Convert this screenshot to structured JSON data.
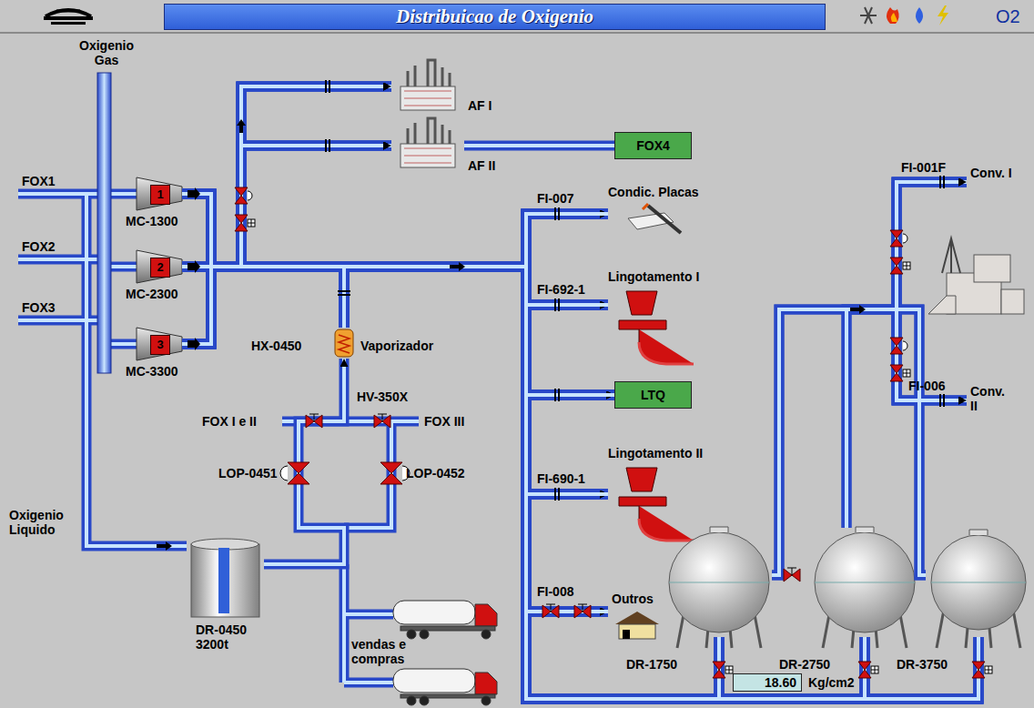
{
  "diagram": {
    "title": "Distribuicao de Oxigenio",
    "nodes": [
      {
        "text": [
          "1",
          "MC-1300"
        ]
      },
      {
        "text": [
          "2",
          "MC-2300"
        ]
      },
      {
        "text": [
          "3",
          "MC-3300"
        ]
      },
      {
        "text": [
          "AF I"
        ]
      },
      {
        "text": [
          "AF II"
        ]
      },
      {
        "text": [
          "FOX4"
        ]
      },
      {
        "text": [
          "Condic. Placas"
        ]
      },
      {
        "text": [
          "Lingotamento I"
        ]
      },
      {
        "text": [
          "LTQ"
        ]
      },
      {
        "text": [
          "Lingotamento II"
        ]
      },
      {
        "text": [
          "Outros"
        ]
      },
      {
        "text": [
          "Conv. I"
        ]
      },
      {
        "text": [
          "Conv. II"
        ]
      },
      {
        "text": [
          "HX-0450",
          "Vaporizador"
        ]
      },
      {
        "text": [
          "DR-0450 3200t"
        ]
      },
      {
        "text": [
          "DR-1750"
        ]
      },
      {
        "text": [
          "DR-2750"
        ]
      },
      {
        "text": [
          "DR-3750"
        ]
      },
      {
        "text": [
          "18.60",
          "Kg/cm2"
        ]
      }
    ],
    "edges": [
      {
        "from": 0,
        "to": 3,
        "arrow": "to"
      },
      {
        "from": 0,
        "to": 4,
        "arrow": "to"
      },
      {
        "from": 0,
        "to": 6,
        "arrow": "to"
      },
      {
        "from": 0,
        "to": 7,
        "arrow": "to"
      },
      {
        "from": 0,
        "to": 8,
        "arrow": "to"
      },
      {
        "from": 0,
        "to": 9,
        "arrow": "to"
      },
      {
        "from": 0,
        "to": 10,
        "arrow": "to"
      },
      {
        "from": 1,
        "to": 3,
        "arrow": "to"
      },
      {
        "from": 1,
        "to": 4,
        "arrow": "to"
      },
      {
        "from": 1,
        "to": 6,
        "arrow": "to"
      },
      {
        "from": 1,
        "to": 7,
        "arrow": "to"
      },
      {
        "from": 1,
        "to": 8,
        "arrow": "to"
      },
      {
        "from": 1,
        "to": 9,
        "arrow": "to"
      },
      {
        "from": 1,
        "to": 10,
        "arrow": "to"
      },
      {
        "from": 2,
        "to": 3,
        "arrow": "to"
      },
      {
        "from": 2,
        "to": 4,
        "arrow": "to"
      },
      {
        "from": 2,
        "to": 6,
        "arrow": "to"
      },
      {
        "from": 2,
        "to": 7,
        "arrow": "to"
      },
      {
        "from": 2,
        "to": 8,
        "arrow": "to"
      },
      {
        "from": 2,
        "to": 9,
        "arrow": "to"
      },
      {
        "from": 2,
        "to": 10,
        "arrow": "to"
      },
      {
        "from": 13,
        "to": 3,
        "arrow": "to"
      },
      {
        "from": 13,
        "to": 4,
        "arrow": "to"
      },
      {
        "from": 13,
        "to": 6,
        "arrow": "to"
      },
      {
        "from": 13,
        "to": 7,
        "arrow": "to"
      },
      {
        "from": 13,
        "to": 8,
        "arrow": "to"
      },
      {
        "from": 13,
        "to": 9,
        "arrow": "to"
      },
      {
        "from": 13,
        "to": 10,
        "arrow": "to"
      },
      {
        "from": 14,
        "to": 13,
        "arrow": "to"
      },
      {
        "from": 4,
        "to": 5,
        "arrow": "none"
      },
      {
        "from": 15,
        "to": 11,
        "arrow": "to"
      },
      {
        "from": 15,
        "to": 12,
        "arrow": "to"
      },
      {
        "from": 16,
        "to": 11,
        "arrow": "to"
      },
      {
        "from": 16,
        "to": 12,
        "arrow": "to"
      },
      {
        "from": 17,
        "to": 11,
        "arrow": "to"
      },
      {
        "from": 17,
        "to": 12,
        "arrow": "to"
      },
      {
        "from": 15,
        "to": 6,
        "arrow": "none"
      },
      {
        "from": 15,
        "to": 7,
        "arrow": "none"
      },
      {
        "from": 15,
        "to": 8,
        "arrow": "none"
      },
      {
        "from": 15,
        "to": 9,
        "arrow": "none"
      },
      {
        "from": 15,
        "to": 10,
        "arrow": "none"
      },
      {
        "from": 16,
        "to": 6,
        "arrow": "none"
      },
      {
        "from": 16,
        "to": 7,
        "arrow": "none"
      },
      {
        "from": 16,
        "to": 8,
        "arrow": "none"
      },
      {
        "from": 16,
        "to": 9,
        "arrow": "none"
      },
      {
        "from": 16,
        "to": 10,
        "arrow": "none"
      },
      {
        "from": 17,
        "to": 6,
        "arrow": "none"
      },
      {
        "from": 17,
        "to": 7,
        "arrow": "none"
      },
      {
        "from": 17,
        "to": 8,
        "arrow": "none"
      },
      {
        "from": 17,
        "to": 9,
        "arrow": "none"
      },
      {
        "from": 17,
        "to": 10,
        "arrow": "none"
      }
    ],
    "labels": [
      "Oxigenio Gas",
      "FOX1",
      "FOX2",
      "FOX3",
      "FI-007",
      "FI-692-1",
      "FI-690-1",
      "FI-008",
      "FI-001F",
      "FI-006",
      "FOX I e II",
      "HV-350X",
      "FOX III",
      "LOP-0451",
      "LOP-0452",
      "Oxigenio Liquido",
      "vendas e compras",
      "O2"
    ]
  }
}
